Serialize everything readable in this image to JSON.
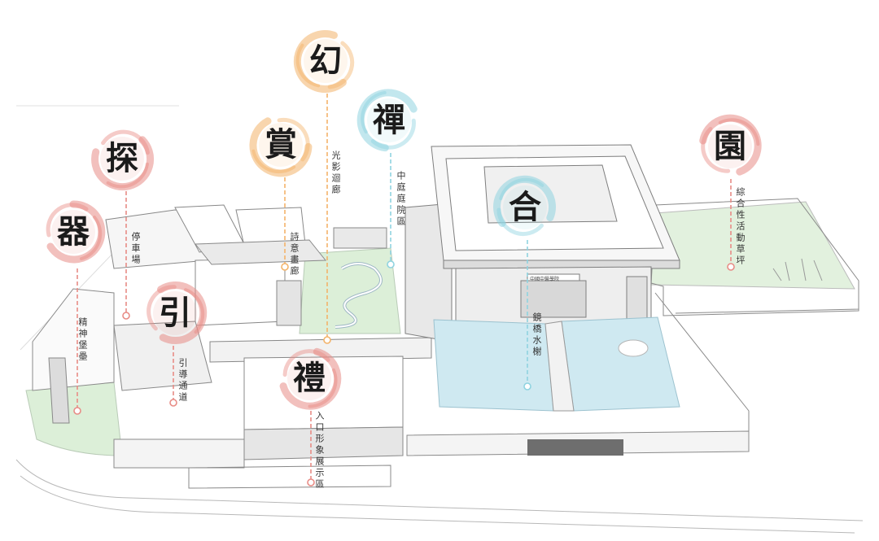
{
  "colors": {
    "orange": "#f3b36a",
    "red": "#e88c86",
    "blue": "#8fd3e0",
    "lawn": "#dcefd8",
    "pool": "#cfe9f1",
    "line": "#8a8a8a",
    "wall": "#f4f4f4"
  },
  "markers": [
    {
      "id": "qi",
      "char": "器",
      "color": "red",
      "label": "精神堡壘",
      "icon": "ink-brush-circle"
    },
    {
      "id": "tan",
      "char": "探",
      "color": "red",
      "label": "停車場",
      "icon": "ink-brush-circle"
    },
    {
      "id": "shang",
      "char": "賞",
      "color": "orange",
      "label": "詩意畫廊",
      "icon": "ink-brush-circle"
    },
    {
      "id": "huan",
      "char": "幻",
      "color": "orange",
      "label": "光影迴廊",
      "icon": "ink-brush-circle"
    },
    {
      "id": "chan",
      "char": "禪",
      "color": "blue",
      "label": "中庭庭院區",
      "icon": "ink-brush-circle"
    },
    {
      "id": "he",
      "char": "合",
      "color": "blue",
      "label": "鏡橋水榭",
      "icon": "ink-brush-circle"
    },
    {
      "id": "yuan",
      "char": "園",
      "color": "red",
      "label": "綜合性活動草坪",
      "icon": "ink-brush-circle"
    },
    {
      "id": "yin",
      "char": "引",
      "color": "red",
      "label": "引導通道",
      "icon": "ink-brush-circle"
    },
    {
      "id": "li",
      "char": "禮",
      "color": "red",
      "label": "入口形象展示區",
      "icon": "ink-brush-circle"
    }
  ],
  "building_sign": "中國中醫學院"
}
